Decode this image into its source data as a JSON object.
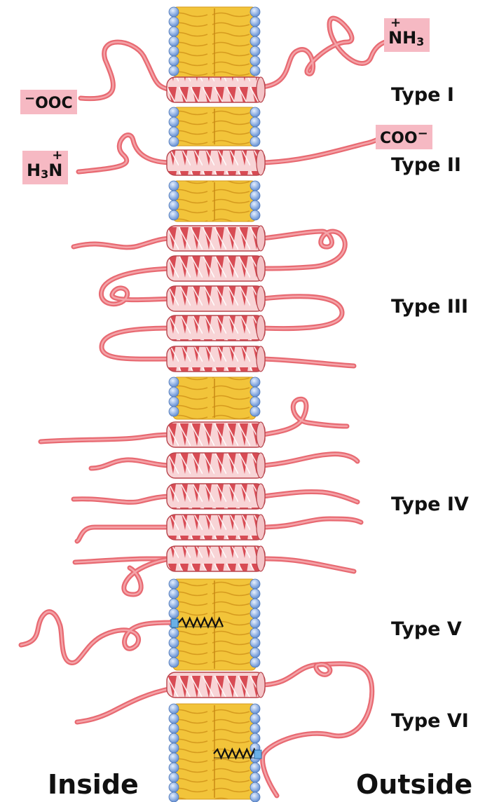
{
  "types": {
    "type1": "Type I",
    "type2": "Type II",
    "type3": "Type III",
    "type4": "Type IV",
    "type5": "Type V",
    "type6": "Type VI"
  },
  "sides": {
    "inside": "Inside",
    "outside": "Outside"
  },
  "termini": {
    "type1_c": {
      "charge": "−",
      "text": "OOC"
    },
    "type1_n": {
      "plus": "+",
      "text": "NH",
      "sub": "3"
    },
    "type2_c": {
      "text": "COO",
      "charge": "−"
    },
    "type2_n": {
      "text": "H",
      "sub": "3",
      "tail": "N",
      "plus": "+"
    }
  },
  "colors": {
    "chain": "#e86a72",
    "helix_fill": "#f8d4d6",
    "helix_stripe": "#d3323d",
    "lipid_tail": "#f2c43a",
    "lipid_head": "#8fb4e6",
    "terminus_bg": "#f6b9c3",
    "anchor": "#111111"
  }
}
